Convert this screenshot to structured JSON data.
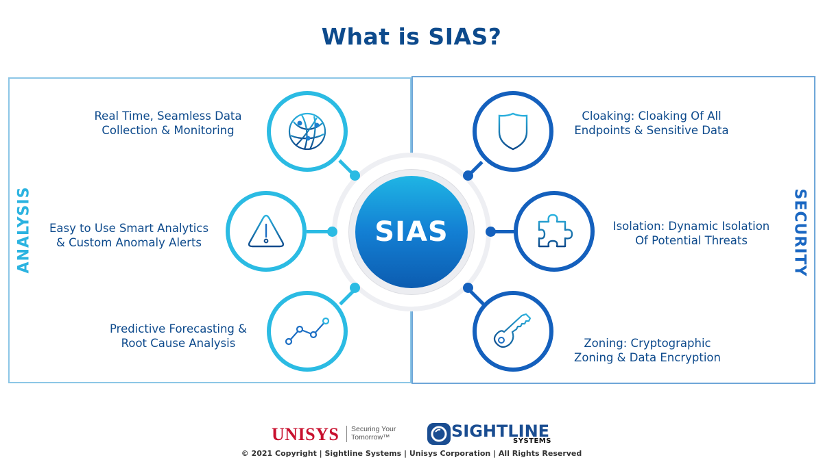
{
  "title": "What is SIAS?",
  "hub": {
    "label": "SIAS"
  },
  "sections": {
    "left": {
      "label": "ANALYSIS",
      "color": "#2bb3e0"
    },
    "right": {
      "label": "SECURITY",
      "color": "#1a67c2"
    }
  },
  "analysis_items": [
    {
      "icon": "globe-network-icon",
      "line1": "Real Time, Seamless Data",
      "line2": "Collection & Monitoring"
    },
    {
      "icon": "warning-triangle-icon",
      "line1": "Easy to Use Smart Analytics",
      "line2": "& Custom Anomaly Alerts"
    },
    {
      "icon": "line-chart-icon",
      "line1": "Predictive Forecasting &",
      "line2": "Root Cause Analysis"
    }
  ],
  "security_items": [
    {
      "icon": "shield-icon",
      "line1": "Cloaking: Cloaking Of All",
      "line2": "Endpoints & Sensitive Data"
    },
    {
      "icon": "puzzle-piece-icon",
      "line1": "Isolation: Dynamic Isolation",
      "line2": "Of Potential Threats"
    },
    {
      "icon": "key-icon",
      "line1": "Zoning: Cryptographic",
      "line2": "Zoning & Data Encryption"
    }
  ],
  "colors": {
    "title": "#0d4a8c",
    "analysis_accent": "#2bbbe3",
    "security_accent": "#1460bd",
    "hub_gradient_top": "#1fb5e4",
    "hub_gradient_bottom": "#0c5cb0"
  },
  "footer": {
    "unisys": {
      "name": "UNISYS",
      "tagline_1": "Securing Your",
      "tagline_2": "Tomorrow™"
    },
    "sightline": {
      "name": "SIGHTLINE",
      "sub": "SYSTEMS"
    },
    "copyright": "© 2021 Copyright | Sightline Systems | Unisys Corporation | All Rights Reserved"
  }
}
